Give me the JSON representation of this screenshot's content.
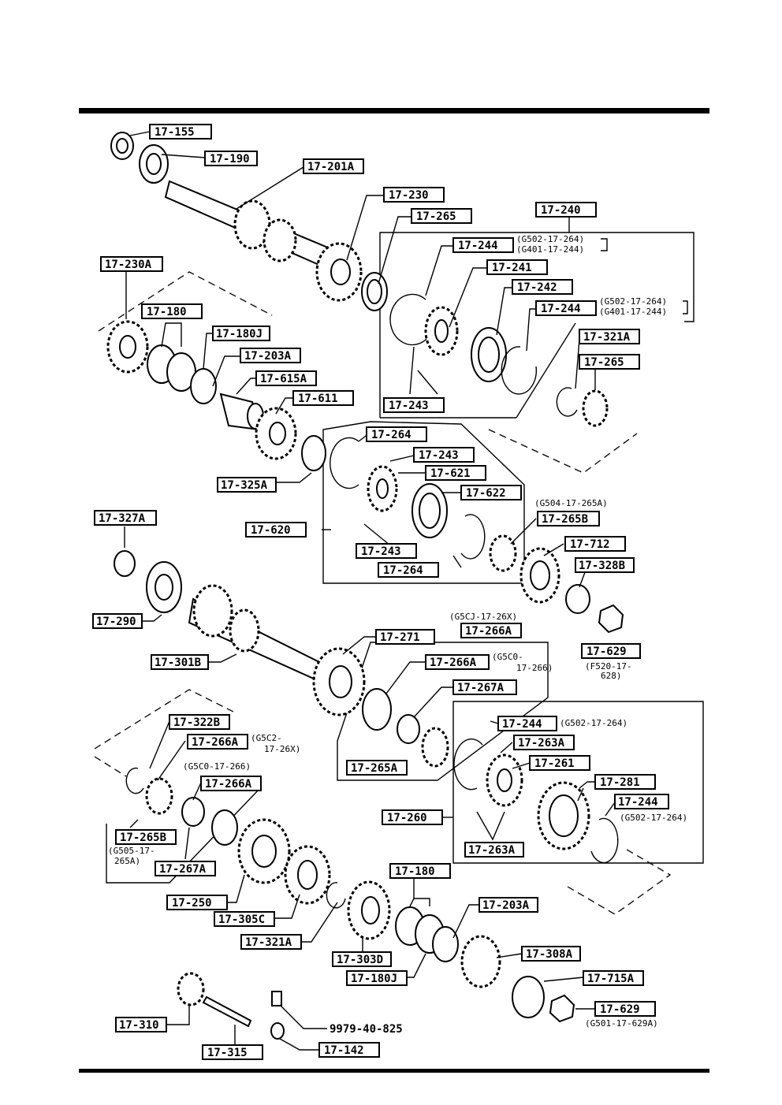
{
  "labels": [
    {
      "id": "l1",
      "text": "17-155"
    },
    {
      "id": "l2",
      "text": "17-190"
    },
    {
      "id": "l3",
      "text": "17-201A"
    },
    {
      "id": "l4",
      "text": "17-230"
    },
    {
      "id": "l5",
      "text": "17-265"
    },
    {
      "id": "l6",
      "text": "17-240"
    },
    {
      "id": "l7",
      "text": "17-244"
    },
    {
      "id": "l8",
      "text": "17-241"
    },
    {
      "id": "l9",
      "text": "17-242"
    },
    {
      "id": "l10",
      "text": "17-244"
    },
    {
      "id": "l11",
      "text": "17-230A"
    },
    {
      "id": "l12",
      "text": "17-180"
    },
    {
      "id": "l13",
      "text": "17-180J"
    },
    {
      "id": "l14",
      "text": "17-203A"
    },
    {
      "id": "l15",
      "text": "17-615A"
    },
    {
      "id": "l16",
      "text": "17-611"
    },
    {
      "id": "l17",
      "text": "17-321A"
    },
    {
      "id": "l18",
      "text": "17-265"
    },
    {
      "id": "l19",
      "text": "17-243"
    },
    {
      "id": "l20",
      "text": "17-264"
    },
    {
      "id": "l21",
      "text": "17-243"
    },
    {
      "id": "l22",
      "text": "17-621"
    },
    {
      "id": "l23",
      "text": "17-622"
    },
    {
      "id": "l24",
      "text": "17-325A"
    },
    {
      "id": "l25",
      "text": "17-620"
    },
    {
      "id": "l26",
      "text": "17-243"
    },
    {
      "id": "l27",
      "text": "17-264"
    },
    {
      "id": "l28",
      "text": "17-265B"
    },
    {
      "id": "l29",
      "text": "17-712"
    },
    {
      "id": "l30",
      "text": "17-328B"
    },
    {
      "id": "l31",
      "text": "17-327A"
    },
    {
      "id": "l32",
      "text": "17-290"
    },
    {
      "id": "l33",
      "text": "17-301B"
    },
    {
      "id": "l34",
      "text": "17-271"
    },
    {
      "id": "l35",
      "text": "17-266A"
    },
    {
      "id": "l36",
      "text": "17-629"
    },
    {
      "id": "l37",
      "text": "17-266A"
    },
    {
      "id": "l38",
      "text": "17-267A"
    },
    {
      "id": "l39",
      "text": "17-244"
    },
    {
      "id": "l40",
      "text": "17-263A"
    },
    {
      "id": "l41",
      "text": "17-261"
    },
    {
      "id": "l42",
      "text": "17-281"
    },
    {
      "id": "l43",
      "text": "17-244"
    },
    {
      "id": "l44",
      "text": "17-322B"
    },
    {
      "id": "l45",
      "text": "17-266A"
    },
    {
      "id": "l46",
      "text": "17-266A"
    },
    {
      "id": "l47",
      "text": "17-265A"
    },
    {
      "id": "l48",
      "text": "17-260"
    },
    {
      "id": "l49",
      "text": "17-263A"
    },
    {
      "id": "l50",
      "text": "17-265B"
    },
    {
      "id": "l51",
      "text": "17-267A"
    },
    {
      "id": "l52",
      "text": "17-250"
    },
    {
      "id": "l53",
      "text": "17-305C"
    },
    {
      "id": "l54",
      "text": "17-321A"
    },
    {
      "id": "l55",
      "text": "17-303D"
    },
    {
      "id": "l56",
      "text": "17-180"
    },
    {
      "id": "l57",
      "text": "17-203A"
    },
    {
      "id": "l58",
      "text": "17-180J"
    },
    {
      "id": "l59",
      "text": "17-308A"
    },
    {
      "id": "l60",
      "text": "17-715A"
    },
    {
      "id": "l61",
      "text": "17-629"
    },
    {
      "id": "l62",
      "text": "17-310"
    },
    {
      "id": "l63",
      "text": "17-315"
    },
    {
      "id": "l64",
      "text": "17-142"
    }
  ],
  "notes": [
    {
      "id": "n1",
      "text": "(G502-17-264)"
    },
    {
      "id": "n2",
      "text": "(G401-17-244)"
    },
    {
      "id": "n3",
      "text": "(G502-17-264)"
    },
    {
      "id": "n4",
      "text": "(G401-17-244)"
    },
    {
      "id": "n5",
      "text": "(G504-17-265A)"
    },
    {
      "id": "n6",
      "text": "(G5CJ-17-26X)"
    },
    {
      "id": "n7",
      "text": "(G5C0-"
    },
    {
      "id": "n8",
      "text": "17-266)"
    },
    {
      "id": "n9",
      "text": "(F520-17-"
    },
    {
      "id": "n10",
      "text": "628)"
    },
    {
      "id": "n11",
      "text": "(G502-17-264)"
    },
    {
      "id": "n12",
      "text": "(G502-17-264)"
    },
    {
      "id": "n13",
      "text": "(G5C2-"
    },
    {
      "id": "n14",
      "text": "17-26X)"
    },
    {
      "id": "n15",
      "text": "(G5C0-17-266)"
    },
    {
      "id": "n16",
      "text": "(G505-17-"
    },
    {
      "id": "n17",
      "text": "265A)"
    },
    {
      "id": "n18",
      "text": "(G501-17-629A)"
    },
    {
      "id": "n19",
      "text": "9979-40-825"
    }
  ]
}
